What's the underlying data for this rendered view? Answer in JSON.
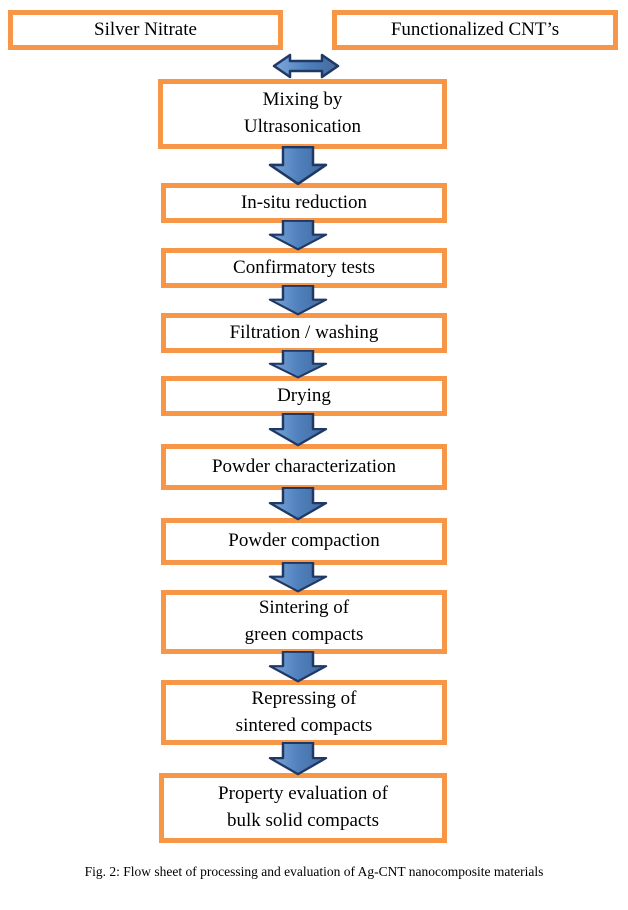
{
  "figure": {
    "caption": "Fig. 2: Flow sheet of processing and evaluation of Ag-CNT nanocomposite materials"
  },
  "colors": {
    "box_border": "#F79646",
    "arrow_fill": "#4F81BD",
    "arrow_fill_light": "#7FA8DC",
    "arrow_fill_dark": "#44699E",
    "arrow_stroke": "#1F3864",
    "text": "#000000",
    "background": "#FFFFFF"
  },
  "inputs": [
    {
      "label": "Silver Nitrate"
    },
    {
      "label": "Functionalized CNT’s"
    }
  ],
  "steps": [
    {
      "label": "Mixing by\nUltrasonication"
    },
    {
      "label": "In-situ reduction"
    },
    {
      "label": "Confirmatory tests"
    },
    {
      "label": "Filtration / washing"
    },
    {
      "label": "Drying"
    },
    {
      "label": "Powder characterization"
    },
    {
      "label": "Powder compaction"
    },
    {
      "label": "Sintering of\ngreen compacts"
    },
    {
      "label": "Repressing of\nsintered compacts"
    },
    {
      "label": "Property evaluation of\nbulk solid compacts"
    }
  ]
}
